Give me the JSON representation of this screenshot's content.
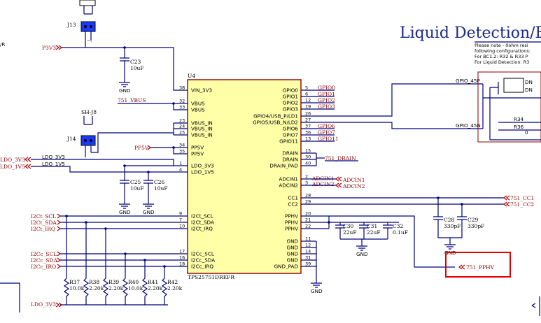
{
  "title": "Liquid Detection/E",
  "notes": [
    "Please note - 0ohm resi",
    "following configurations:",
    "For BC1.2: R32 & R33 P",
    "For Liquid Detection: R3"
  ],
  "chip": {
    "ref": "U4",
    "part": "TPS25751DREFR",
    "left_pins": [
      {
        "name": "VIN_3V3",
        "num": "38"
      },
      {
        "name": "VBUS",
        "num": "32"
      },
      {
        "name": "VBUS",
        "num": "33"
      },
      {
        "name": "VBUS_IN",
        "num": "23"
      },
      {
        "name": "VBUS_IN",
        "num": "24"
      },
      {
        "name": "VBUS_IN",
        "num": "25"
      },
      {
        "name": "PP5V",
        "num": "34"
      },
      {
        "name": "PP5V",
        "num": "35"
      },
      {
        "name": "LDO_3V3",
        "num": "1"
      },
      {
        "name": "LDO_1V5",
        "num": "4"
      },
      {
        "name": "I2Ct_SCL",
        "num": "9"
      },
      {
        "name": "I2Ct_SDA",
        "num": "7"
      },
      {
        "name": "I2Ct_IRQ",
        "num": "10"
      },
      {
        "name": "I2Cc_SCL",
        "num": "17"
      },
      {
        "name": "I2Cc_SDA",
        "num": "16"
      },
      {
        "name": "I2Cc_IRQ",
        "num": "18"
      }
    ],
    "right_pins": [
      {
        "name": "GPIO0",
        "num": "5"
      },
      {
        "name": "GPIO1",
        "num": "6"
      },
      {
        "name": "GPIO2",
        "num": "12"
      },
      {
        "name": "GPIO3",
        "num": "19"
      },
      {
        "name": "GPIO4/USB_P/LD1",
        "num": "26"
      },
      {
        "name": "GPIO5/USB_N/LD2",
        "num": "27"
      },
      {
        "name": "GPIO6",
        "num": "37"
      },
      {
        "name": "GPIO7",
        "num": "36"
      },
      {
        "name": "GPIO11",
        "num": "13"
      },
      {
        "name": "DRAIN",
        "num": "15"
      },
      {
        "name": "DRAIN",
        "num": "30"
      },
      {
        "name": "DRAIN_PAD",
        "num": "40"
      },
      {
        "name": "ADCIN1",
        "num": "2"
      },
      {
        "name": "ADCIN2",
        "num": "3"
      },
      {
        "name": "CC1",
        "num": "28"
      },
      {
        "name": "CC2",
        "num": "29"
      },
      {
        "name": "PPHV",
        "num": "20"
      },
      {
        "name": "PPHV",
        "num": "21"
      },
      {
        "name": "PPHV",
        "num": "22"
      },
      {
        "name": "GND",
        "num": "11"
      },
      {
        "name": "GND",
        "num": "12"
      },
      {
        "name": "GND",
        "num": "14"
      },
      {
        "name": "GND",
        "num": "31"
      },
      {
        "name": "GND_PAD",
        "num": "39"
      }
    ]
  },
  "gpio_nets": [
    "GPIO0",
    "GPIO1",
    "GPIO2",
    "GPIO3",
    "GPIO6",
    "GPIO7",
    "GPIO11"
  ],
  "nets": {
    "p3v3": "P3V3",
    "vbus": "751_VBUS",
    "pp5v": "PP5V",
    "ldo_3v3": "LDO_3V3",
    "ldo_1v5": "LDO_1V5",
    "ldo_3v3_out": "LDO_3V3",
    "ldo_1v5_out": "LDO_1V5",
    "drain": "751_DRAIN",
    "adcin1": "ADCIN1",
    "adcin2": "ADCIN2",
    "cc1": "751_CC1",
    "cc2": "751_CC2",
    "pphv": "751_PPHV",
    "gpio_45p": "GPIO_45P",
    "gpio_45n": "GPIO_45N",
    "i2ct_scl": "I2Ct_SCL",
    "i2ct_sda": "I2Ct_SDA",
    "i2ct_irq": "I2Ct_IRQ",
    "i2cc_scl": "I2Cc_SCL",
    "i2cc_sda": "I2Cc_SDA",
    "i2cc_irq": "I2Cc_IRQ",
    "ldo_3v3_bottom": "LDO_3V3",
    "left_r": "/R"
  },
  "jumpers": [
    {
      "ref": "J13"
    },
    {
      "ref": "J14",
      "label": "SH-J8"
    }
  ],
  "caps": [
    {
      "ref": "C23",
      "value": "10uF"
    },
    {
      "ref": "C25",
      "value": "10uF"
    },
    {
      "ref": "C26",
      "value": "10uF"
    },
    {
      "ref": "C30",
      "value": "22uF"
    },
    {
      "ref": "C31",
      "value": "22uF"
    },
    {
      "ref": "C32",
      "value": "0.1uF"
    },
    {
      "ref": "C28",
      "value": "330pF"
    },
    {
      "ref": "C29",
      "value": "330pF"
    }
  ],
  "resistors": [
    {
      "ref": "R37",
      "value": "10.0k"
    },
    {
      "ref": "R38",
      "value": "2.20k"
    },
    {
      "ref": "R39",
      "value": "2.20k"
    },
    {
      "ref": "R40",
      "value": "10.0k"
    },
    {
      "ref": "R41",
      "value": "2.20k"
    },
    {
      "ref": "R42",
      "value": "2.20k"
    }
  ],
  "right_parts": {
    "r34": "R34",
    "r36": "R36",
    "dn1": "DN",
    "dn2": "DN",
    "r36_val": "0"
  },
  "gnd_label": "GND"
}
